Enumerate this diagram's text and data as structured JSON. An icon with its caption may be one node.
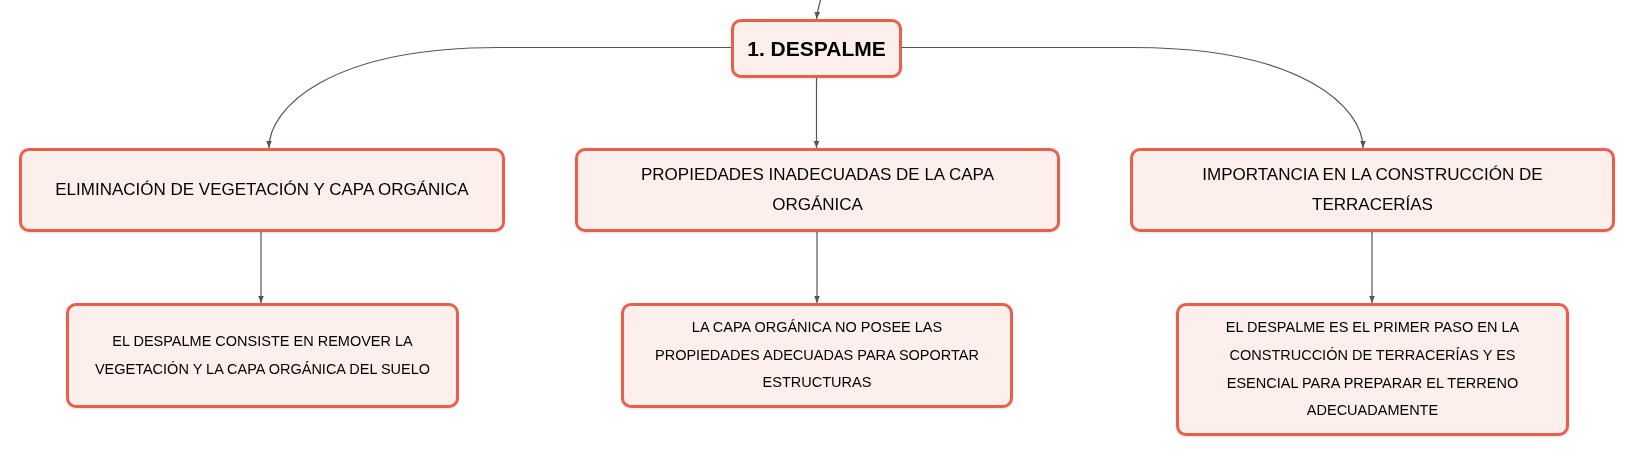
{
  "diagram": {
    "nodes": [
      {
        "text": [
          "1. DESPALME"
        ]
      },
      {
        "text": [
          "ELIMINACIÓN DE VEGETACIÓN Y CAPA ORGÁNICA"
        ]
      },
      {
        "text": [
          "PROPIEDADES INADECUADAS DE LA CAPA ORGÁNICA"
        ]
      },
      {
        "text": [
          "IMPORTANCIA EN LA CONSTRUCCIÓN DE TERRACERÍAS"
        ]
      },
      {
        "text": [
          "EL DESPALME CONSISTE EN REMOVER LA VEGETACIÓN Y LA CAPA ORGÁNICA DEL SUELO"
        ]
      },
      {
        "text": [
          "LA CAPA ORGÁNICA NO POSEE LAS PROPIEDADES ADECUADAS PARA SOPORTAR ESTRUCTURAS"
        ]
      },
      {
        "text": [
          "EL DESPALME ES EL PRIMER PASO EN LA CONSTRUCCIÓN DE TERRACERÍAS Y ES ESENCIAL PARA PREPARAR EL TERRENO ADECUADAMENTE"
        ]
      }
    ],
    "edges": [
      {
        "from": null,
        "to": 0,
        "arrow": "to"
      },
      {
        "from": 0,
        "to": 1,
        "arrow": "to"
      },
      {
        "from": 0,
        "to": 2,
        "arrow": "to"
      },
      {
        "from": 0,
        "to": 3,
        "arrow": "to"
      },
      {
        "from": 1,
        "to": 4,
        "arrow": "to"
      },
      {
        "from": 2,
        "to": 5,
        "arrow": "to"
      },
      {
        "from": 3,
        "to": 6,
        "arrow": "to"
      }
    ]
  }
}
